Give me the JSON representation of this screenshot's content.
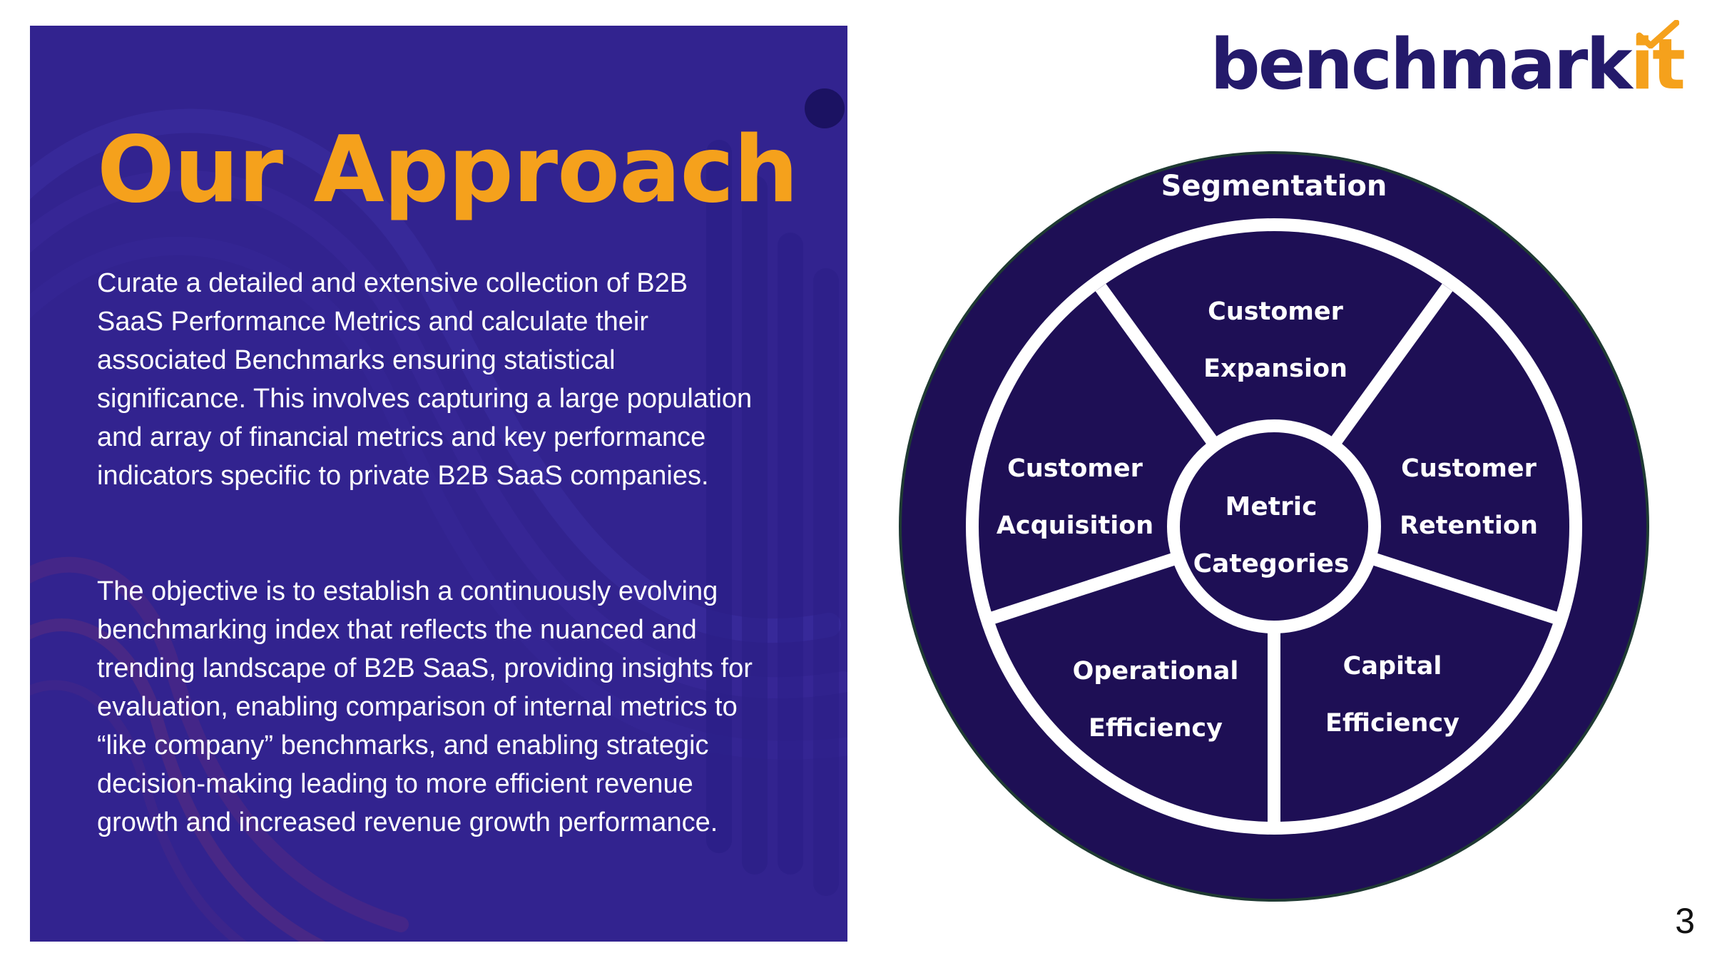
{
  "slide": {
    "title": "Our Approach",
    "paragraph_1": "Curate a detailed and extensive collection of B2B SaaS Performance Metrics and calculate their associated Benchmarks ensuring statistical significance. This involves capturing a large population and array of financial metrics and key performance indicators specific to private B2B SaaS companies.",
    "paragraph_2": "The objective is to establish a continuously evolving benchmarking index that reflects the nuanced and trending landscape of B2B SaaS, providing insights for evaluation, enabling comparison of internal metrics to “like company” benchmarks, and enabling strategic decision-making leading to more efficient revenue growth and increased revenue growth performance.",
    "page_number": "3"
  },
  "logo": {
    "text_main": "benchmark",
    "text_accent": "it"
  },
  "diagram": {
    "outer_label": "Segmentation",
    "center_line_1": "Metric",
    "center_line_2": "Categories",
    "segments": [
      {
        "line_1": "Customer",
        "line_2": "Expansion"
      },
      {
        "line_1": "Customer",
        "line_2": "Retention"
      },
      {
        "line_1": "Capital",
        "line_2": "Efficiency"
      },
      {
        "line_1": "Operational",
        "line_2": "Efficiency"
      },
      {
        "line_1": "Customer",
        "line_2": "Acquisition"
      }
    ]
  },
  "colors": {
    "panel_background": "#32238f",
    "title_accent": "#f5a11c",
    "wheel_navy": "#1e0f55",
    "wheel_border": "#1f3a33",
    "logo_navy": "#241a6b"
  }
}
